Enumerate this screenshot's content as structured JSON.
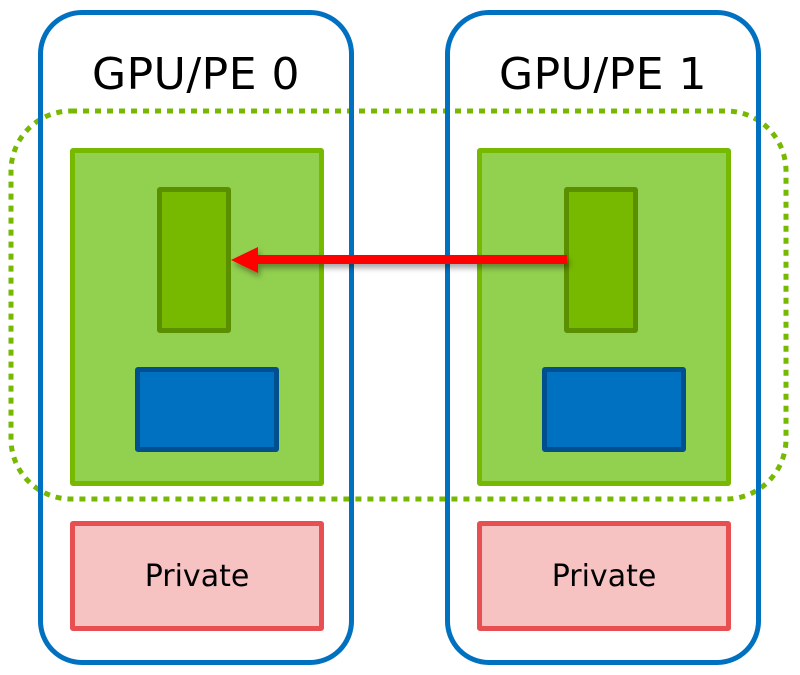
{
  "diagram": {
    "processing_elements": [
      {
        "title": "GPU/PE 0",
        "private_label": "Private"
      },
      {
        "title": "GPU/PE 1",
        "private_label": "Private"
      }
    ],
    "symmetric_region_label": "",
    "arrow": {
      "from": "GPU/PE 1 symmetric object",
      "to": "GPU/PE 0 symmetric object"
    },
    "colors": {
      "pe_border": "#0070c0",
      "symmetric_heap_fill": "#92d050",
      "symmetric_heap_border": "#76b900",
      "symmetric_object_fill": "#76b900",
      "symmetric_object_border": "#5a8f00",
      "blue_object_fill": "#0070c0",
      "private_fill": "#f6c2c2",
      "private_border": "#e84f52",
      "arrow": "#ff0000",
      "dotted_region": "#76b900"
    }
  }
}
